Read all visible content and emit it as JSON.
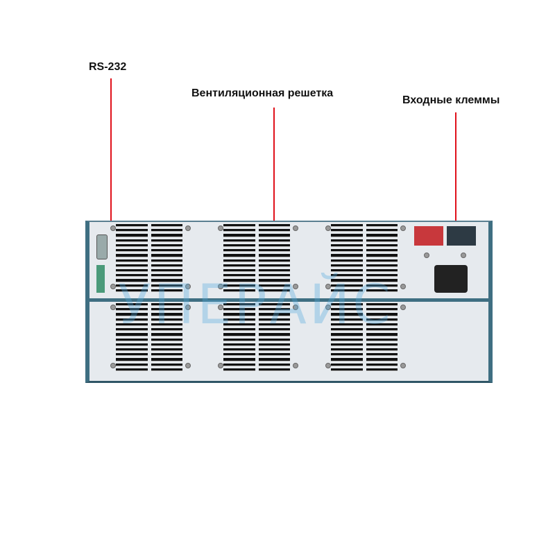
{
  "labels": {
    "rs232": "RS-232",
    "vent": "Вентиляционная решетка",
    "terminals": "Входные клеммы"
  },
  "watermark": "УПЕРАЙС",
  "colors": {
    "pointer": "#e0101a",
    "frame": "#3f6f82"
  }
}
